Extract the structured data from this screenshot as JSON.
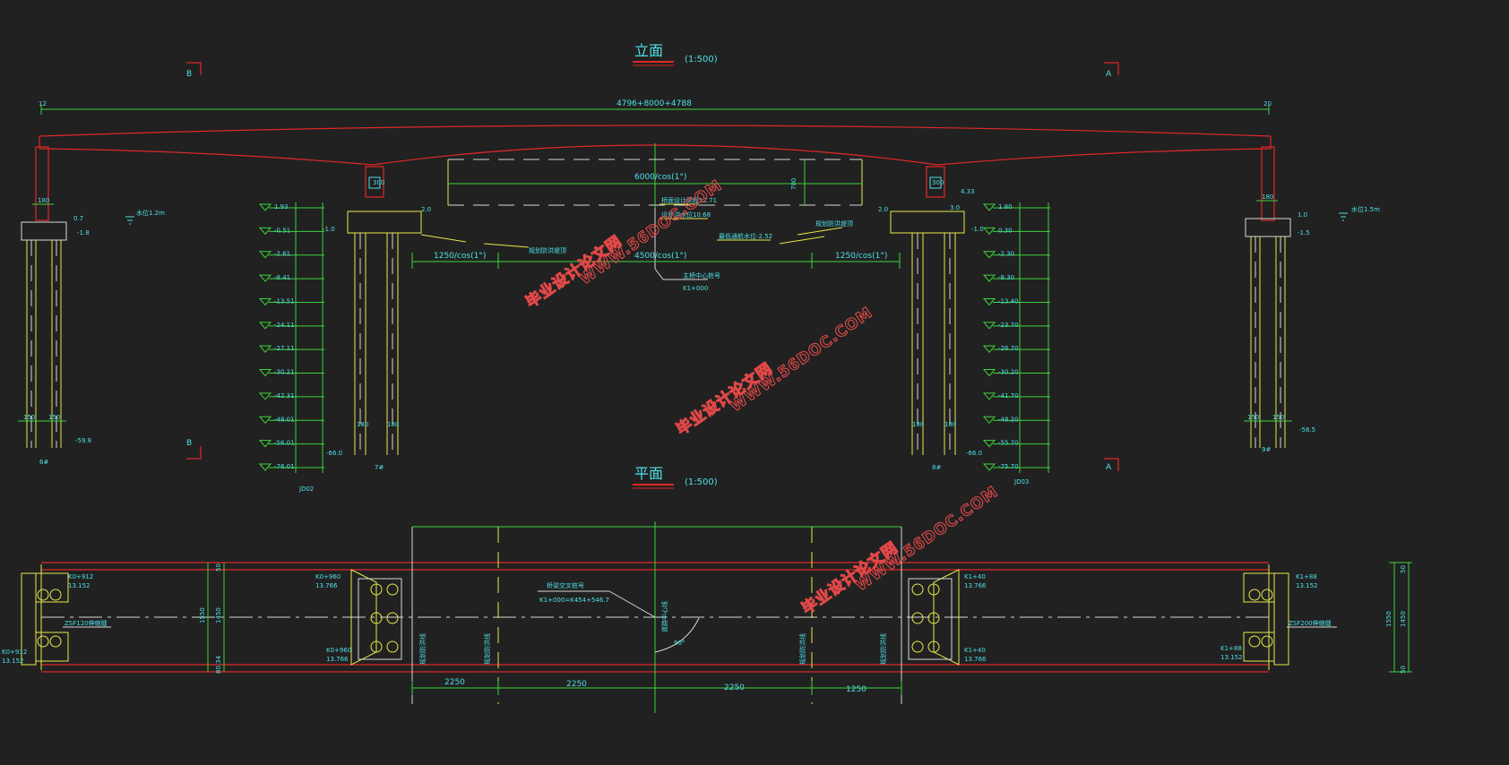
{
  "views": {
    "elevation": {
      "title": "立面",
      "scale": "(1:500)"
    },
    "plan": {
      "title": "平面",
      "scale": "(1:500)"
    }
  },
  "section_marks": {
    "left": "B",
    "right": "A"
  },
  "elevation": {
    "span_label": "4796+8000+4788",
    "abutment_left_no": "12",
    "abutment_right_no": "20",
    "mid_span_label": "6000/cos(1°)",
    "mid_height_label": "700",
    "side_span_left": "1250/cos(1°)",
    "side_span_right": "1250/cos(1°)",
    "mid_bottom_label": "4500/cos(1°)",
    "pier_box_label": "300",
    "design_level_1": "桥面设计高程12.71",
    "design_level_2": "设计洪水位10.68",
    "low_water_level": "最低通航水位-2.52",
    "center_label": "主桥中心桩号",
    "center_station": "K1+000",
    "left_bank_label": "规划防洪堤顶",
    "right_bank_label": "规划防洪堤顶",
    "left_water": "水位1.2m",
    "right_water": "水位1.5m",
    "pile_width_label": "180",
    "pile_spacing_label": "150",
    "left_abut": {
      "top": "0.7",
      "cap": "-1.8",
      "bottom": "-59.8",
      "no": "6#"
    },
    "right_abut": {
      "top": "1.0",
      "cap": "-1.5",
      "bottom": "-56.5",
      "no": "9#"
    },
    "left_pier": {
      "top": "2.0",
      "cap": "-1.0",
      "bottom": "-66.0",
      "no": "7#",
      "hole": "JD02"
    },
    "right_pier": {
      "top": "2.0",
      "cap": "-1.0",
      "bottom": "-66.0",
      "no": "8#",
      "hole": "JD03"
    },
    "left_borehole": [
      "1.93",
      "-0.51",
      "-2.61",
      "-8.41",
      "-13.51",
      "-24.11",
      "-27.11",
      "-30.21",
      "-42.31",
      "-48.01",
      "-56.01",
      "-76.01"
    ],
    "right_borehole": [
      "1.80",
      "0.30",
      "-2.30",
      "-8.30",
      "-13.40",
      "-23.70",
      "-26.70",
      "-30.20",
      "-41.70",
      "-48.20",
      "-55.70",
      "-75.70"
    ],
    "right_top_extra": "4.33",
    "right_top_extra2": "3.0",
    "left_top_extra": "2.0"
  },
  "plan": {
    "left_top_station": "K0+912",
    "left_top_level": "13.152",
    "left_bot_station": "K0+912",
    "left_bot_level": "13.152",
    "left_joint": "ZSF120伸缩缝",
    "right_joint": "ZSF200伸缩缝",
    "pier_left_top_station": "K0+960",
    "pier_left_top_level": "13.766",
    "pier_left_bot_station": "K0+960",
    "pier_left_bot_level": "13.766",
    "pier_right_top_station": "K1+40",
    "pier_right_top_level": "13.766",
    "pier_right_bot_station": "K1+40",
    "pier_right_bot_level": "13.766",
    "right_top_station": "K1+88",
    "right_top_level": "13.152",
    "right_bot_station": "K1+88",
    "right_bot_level": "13.152",
    "cross_label": "桥梁交叉桩号",
    "cross_station": "K1+000=K454+546.7",
    "road_center": "道路中心线",
    "width_total": "1550",
    "width_inner": "1450",
    "width_edge": "50",
    "left_width_total": "1550",
    "left_width_inner": "1450",
    "left_width_edge": "50",
    "left_width_edge2": "80.34",
    "angle": "90°",
    "dim_1": "2250",
    "dim_2": "2250",
    "dim_3": "2250",
    "dim_4": "1250",
    "line_label": "规划防洪线"
  },
  "watermarks": [
    "毕业设计论文网",
    "WWW.56DOC.COM"
  ]
}
